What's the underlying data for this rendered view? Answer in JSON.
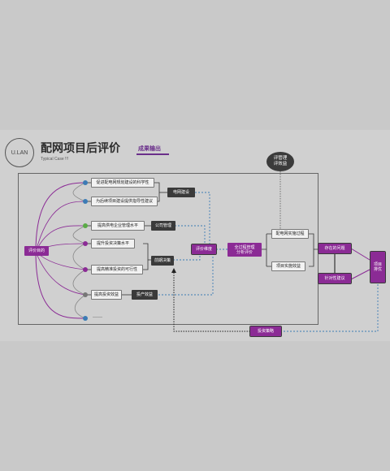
{
  "header": {
    "logo_text": "U.LAN",
    "title": "配网项目后评价",
    "subtitle": "Typical Case !!!",
    "badge": "成果输出"
  },
  "cloud": {
    "line1": "评管理",
    "line2": "评效益"
  },
  "left": {
    "purpose": "评价目的"
  },
  "goals": [
    "促进配电网规划建设的科学性",
    "为后续项目建设提供指导性建议",
    "提高供电企业管理水平",
    "提升投资决策水平",
    "提高精准投资的可行性",
    "提高投资效益"
  ],
  "ellipsis": "……",
  "mid_labels": {
    "grid_construction": "电网建设",
    "company_management": "公司管理",
    "preliminary_decision": "前期决策",
    "investment_benefit": "投产效益"
  },
  "center": {
    "evaluation_dim": "评价维度",
    "whole_process_line1": "全过程管理",
    "whole_process_line2": "分析评价"
  },
  "right": {
    "implementation": "配电网实施过程",
    "project_benefit": "项目实施效益",
    "problems": "存在的问题",
    "suggestions": "针对性建议",
    "ranking_line1": "项目",
    "ranking_line2": "排优",
    "strategy": "投资策略"
  }
}
